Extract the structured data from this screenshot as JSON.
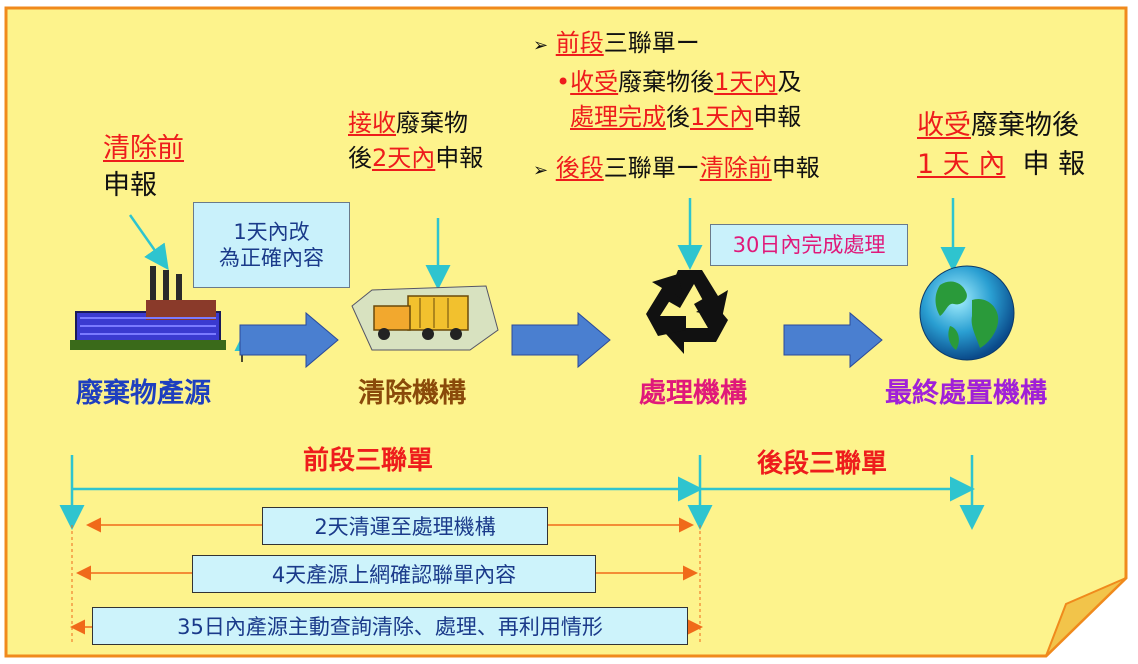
{
  "source": {
    "title_red": "清除前",
    "title_black": "申報"
  },
  "correction_box": {
    "line1": "1天內改",
    "line2": "為正確內容"
  },
  "collector_note": {
    "a_red": "接收",
    "a_black": "廢棄物",
    "b_black1": "後",
    "b_red": "2天內",
    "b_black2": "申報"
  },
  "front_three_forms": {
    "bullet": "➢",
    "title_red": "前段",
    "title_black": "三聯單ー",
    "line2_prefix": "•",
    "line2_red1": "收受",
    "line2_black1": "廢棄物後",
    "line2_red2": "1天內",
    "line2_black2": "及",
    "line3_red1": "處理完成",
    "line3_black1": "後",
    "line3_red2": "1天內",
    "line3_black2": "申報"
  },
  "back_three_forms_note": {
    "bullet": "➢",
    "red1": "後段",
    "black1": "三聯單ー",
    "red2": "清除前",
    "black2": "申報"
  },
  "processing_box": "30日內完成處理",
  "final_note": {
    "line1_red": "收受",
    "line1_black": "廢棄物後",
    "line2_red": "1 天 內",
    "line2_black": "申 報"
  },
  "entities": [
    {
      "label": "廢棄物產源",
      "color": "#1e3fbf"
    },
    {
      "label": "清除機構",
      "color": "#8a4a0a"
    },
    {
      "label": "處理機構",
      "color": "#e0197a"
    },
    {
      "label": "最終處置機構",
      "color": "#a020d8"
    }
  ],
  "timeline": {
    "front_label": "前段三聯單",
    "back_label": "後段三聯單",
    "bar1": "2天清運至處理機構",
    "bar2": "4天產源上網確認聯單內容",
    "bar3": "35日內產源主動查詢清除、處理、再利用情形"
  },
  "colors": {
    "background": "#fdf38c",
    "border": "#f08a1c",
    "arrow_blue": "#4a7fd0",
    "cyan": "#2ec4cf",
    "orange_arrow": "#f06a1a"
  }
}
